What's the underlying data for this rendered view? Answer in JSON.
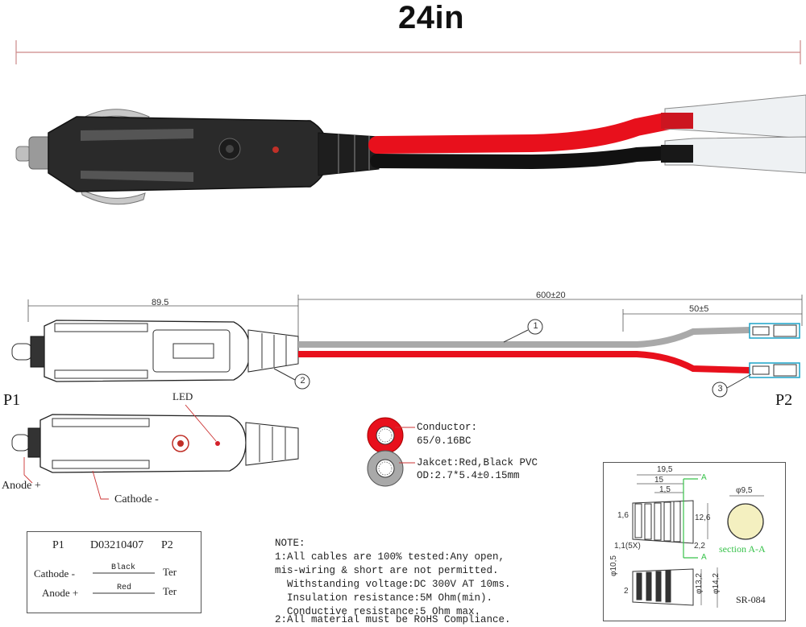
{
  "title": "24in",
  "diagram": {
    "dim_overall": "600±20",
    "dim_plug": "89.5",
    "dim_split": "50±5",
    "callout_1": "1",
    "callout_2": "2",
    "callout_3": "3",
    "p1": "P1",
    "p2": "P2",
    "led": "LED",
    "anode": "Anode +",
    "cathode": "Cathode -"
  },
  "cable_spec": {
    "conductor_label": "Conductor:",
    "conductor_value": "65/0.16BC",
    "jacket_label": "Jakcet:Red,Black PVC",
    "jacket_value": "OD:2.7*5.4±0.15mm"
  },
  "wiring_table": {
    "p1": "P1",
    "part": "D03210407",
    "p2": "P2",
    "rows": [
      {
        "left": "Cathode -",
        "wire": "Black",
        "right": "Ter"
      },
      {
        "left": "Anode +",
        "wire": "Red",
        "right": "Ter"
      }
    ]
  },
  "notes": {
    "heading": "NOTE:",
    "lines": [
      "1:All cables are 100% tested:Any open,",
      "mis-wiring & short are not permitted.",
      "  Withstanding voltage:DC 300V AT 10ms.",
      "  Insulation resistance:5M Ohm(min).",
      "  Conductive resistance:5 Ohm max.",
      "2:All material must be RoHS Compliance."
    ]
  },
  "section_drawing": {
    "d_19_5": "19,5",
    "d_15": "15",
    "d_1_5": "1,5",
    "d_1_6": "1,6",
    "d_12_6": "12,6",
    "d_1_1": "1,1(5X)",
    "d_2_2": "2,2",
    "d_a_top": "A",
    "d_a_bot": "A",
    "d_phi95": "φ9,5",
    "section": "section A-A",
    "d_10_5": "φ10,5",
    "d_2": "2",
    "d_13_2": "φ13,2",
    "d_14_2": "φ14,2",
    "model": "SR-084"
  },
  "colors": {
    "red_wire": "#e8101c",
    "black_wire": "#111111",
    "gray_wire": "#a9a9a9",
    "terminal_cyan": "#1aa3c8",
    "section_green": "#37c24a",
    "led_red": "#d4202a",
    "section_fill": "#f4f0c0"
  }
}
